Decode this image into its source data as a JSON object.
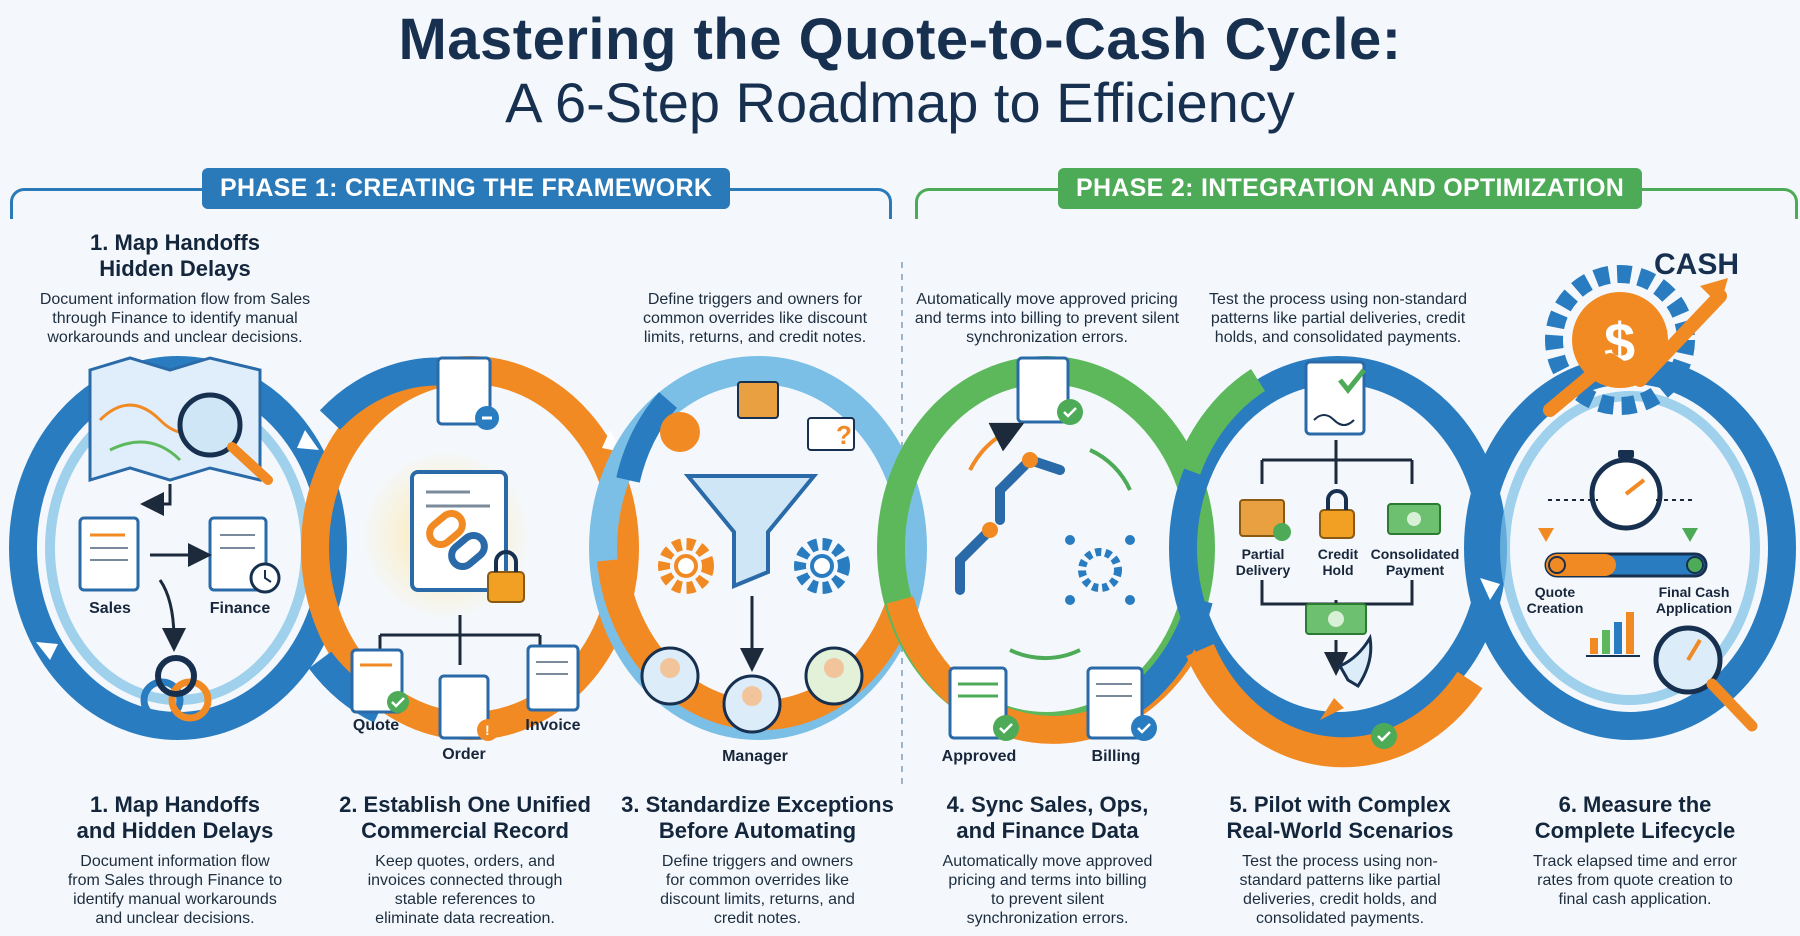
{
  "title": {
    "line1": "Mastering the Quote-to-Cash Cycle:",
    "line2": "A 6-Step Roadmap to Efficiency"
  },
  "phases": [
    {
      "label": "PHASE 1: CREATING THE FRAMEWORK",
      "color": "#2a79b8"
    },
    {
      "label": "PHASE 2: INTEGRATION AND OPTIMIZATION",
      "color": "#4dab58"
    }
  ],
  "top_panel": {
    "step1_heading": "1. Map Handoffs\nHidden Delays",
    "step1_desc": "Document information flow from Sales through Finance to identify manual workarounds and unclear decisions.",
    "step3_desc": "Define triggers and owners for common overrides like discount limits, returns, and credit notes.",
    "step4_desc": "Automatically move approved pricing and terms into billing to prevent silent synchronization errors.",
    "step5_desc": "Test the process using non-standard patterns like partial deliveries, credit holds, and consolidated payments.",
    "cash_label": "CASH"
  },
  "icon_labels": {
    "sales": "Sales",
    "finance": "Finance",
    "quote": "Quote",
    "order": "Order",
    "invoice": "Invoice",
    "manager": "Manager",
    "approved": "Approved",
    "billing": "Billing",
    "partial_delivery": "Partial\nDelivery",
    "credit_hold": "Credit\nHold",
    "consolidated_payment": "Consolidated\nPayment",
    "quote_creation": "Quote\nCreation",
    "final_cash_application": "Final Cash\nApplication"
  },
  "steps": [
    {
      "title": "1. Map Handoffs\nand Hidden Delays",
      "desc": "Document information flow\nfrom Sales through Finance to\nidentify manual workarounds\nand unclear decisions."
    },
    {
      "title": "2. Establish One Unified\nCommercial Record",
      "desc": "Keep quotes, orders, and\ninvoices connected through\nstable references to\neliminate data recreation."
    },
    {
      "title": "3. Standardize Exceptions\nBefore Automating",
      "desc": "Define triggers and owners\nfor common overrides like\ndiscount limits, returns, and\ncredit notes."
    },
    {
      "title": "4. Sync Sales, Ops,\nand Finance Data",
      "desc": "Automatically move approved\npricing and terms into billing\nto prevent silent\nsynchronization errors."
    },
    {
      "title": "5. Pilot with Complex\nReal-World Scenarios",
      "desc": "Test the process using non-\nstandard patterns like partial\ndeliveries, credit holds, and\nconsolidated payments."
    },
    {
      "title": "6. Measure the\nComplete Lifecycle",
      "desc": "Track elapsed time and error\nrates from quote creation to\nfinal cash application."
    }
  ],
  "colors": {
    "blue": "#2a7cc0",
    "light_blue": "#7bbfe6",
    "orange": "#f28a24",
    "green": "#5db85c",
    "navy": "#17304f"
  }
}
